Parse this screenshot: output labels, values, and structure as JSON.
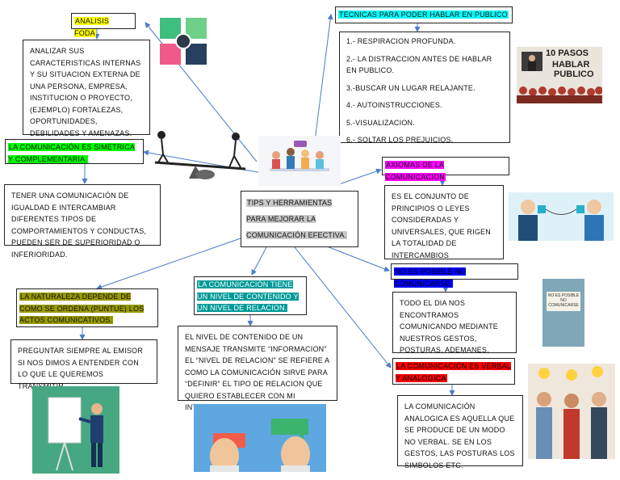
{
  "central": {
    "label": "TIPS Y HERRAMIENTAS PARA MEJORAR LA COMUNICACIÓN EFECTIVA."
  },
  "foda": {
    "title": "ANALISIS FODA",
    "text": "ANALIZAR SUS CARACTERISTICAS INTERNAS Y SU SITUACION EXTERNA DE UNA PERSONA, EMPRESA, INSTITUCION O PROYECTO, (EJEMPLO) FORTALEZAS, OPORTUNIDADES, DEBILIDADES Y AMENAZAS."
  },
  "tecnicas": {
    "title": "TECNICAS PARA PODER HABLAR EN PUBLICO",
    "items": [
      "1.- RESPIRACION PROFUNDA.",
      "2.- LA DISTRACCION ANTES DE HABLAR EN PUBLICO.",
      "3.-BUSCAR UN LUGAR RELAJANTE.",
      "4.- AUTOINSTRUCCIONES.",
      "5.-VISUALIZACION.",
      "6.- SOLTAR LOS PREJUICIOS."
    ]
  },
  "simetrica": {
    "title": "LA COMUNICACIÓN ES SIMETRICA Y COMPLEMENTARIA.",
    "text": "TENER UNA COMUNICACIÓN DE IGUALDAD E INTERCAMBIAR DIFERENTES TIPOS DE COMPORTAMIENTOS Y CONDUCTAS, PUEDEN SER DE SUPERIORIDAD O INFERIORIDAD."
  },
  "axiomas": {
    "title": "AXIOMAS DE LA COMUNICACION",
    "text": "ES EL CONJUNTO DE PRINCIPIOS O LEYES CONSIDERADAS Y UNIVERSALES, QUE RIGEN LA TOTALIDAD DE INTERCAMBIOS COMUNICATIVOS"
  },
  "noposible": {
    "title": "NO ES POSIBLE NO COMUNICARSE.",
    "text": "TODO EL DIA NOS ENCONTRAMOS COMUNICANDO MEDIANTE NUESTROS GESTOS, POSTURAS, ADEMANES, EXPRESIONES Y MICRO EXPRESIONES."
  },
  "naturaleza": {
    "title": "LA NATURALEZA DEPENDE DE COMO SE ORDENA (PUNTUE) LOS ACTOS COMUNICATIVOS.",
    "text": "PREGUNTAR SIEMPRE AL EMISOR SI NOS DIMOS A ENTENDER CON LO QUE LE QUEREMOS TRANSMITIR."
  },
  "contenido": {
    "title": "LA COMUNICACIÓN TIENE UN NIVEL DE CONTENIDO Y UN NIVEL DE RELACION.",
    "text": "EL NIVEL DE CONTENIDO DE UN MENSAJE TRANSMITE “INFORMACION” EL “NIVEL DE RELACION” SE REFIERE A COMO LA COMUNICACIÓN SIRVE PARA “DEFINIR” EL TIPO DE RELACION QUE QUIERO ESTABLECER CON MI INTERLOCUTOR."
  },
  "verbal": {
    "title": "LA COMUNICACIÓN ES VERBAL Y ANALOGICA",
    "text": "LA COMUNICACIÓN ANALOGICA ES AQUELLA QUE SE PRODUCE DE UN MODO NO VERBAL. SE EN LOS GESTOS, LAS POSTURAS LOS SIMBOLOS ETC."
  },
  "images": {
    "poster_top": "10 PASOS",
    "poster_mid": "HABLAR",
    "poster_bottom": "PUBLICO",
    "book_title": "NO ES POSIBLE NO COMUNICARSE"
  },
  "colors": {
    "yellow": "#ffff00",
    "cyan": "#00ffff",
    "green": "#00ff00",
    "magenta": "#ff00ff",
    "olive": "#999900",
    "teal": "#009999",
    "blue": "#0000ff",
    "red": "#ff0000",
    "arrow": "#4a7bc8"
  }
}
